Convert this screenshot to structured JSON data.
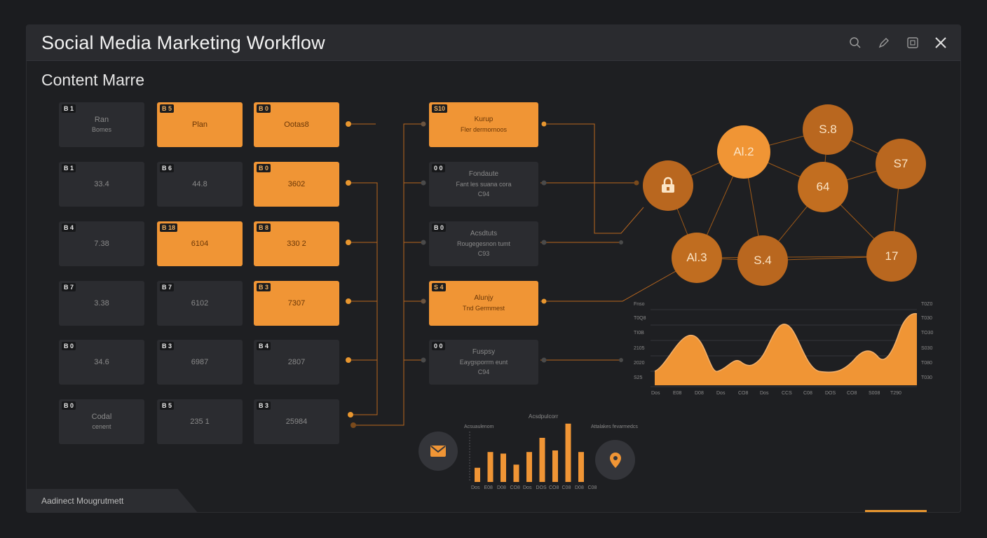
{
  "window": {
    "title": "Social Media Marketing Workflow",
    "icons": [
      "search-icon",
      "edit-icon",
      "crop-icon",
      "close-icon"
    ]
  },
  "section_title": "Content Marre",
  "grid": {
    "rows": [
      [
        {
          "tag": "B 1",
          "value": "Ran",
          "value2": "Bomes",
          "orange": false
        },
        {
          "tag": "B 5",
          "value": "Plan",
          "orange": true
        },
        {
          "tag": "B 0",
          "value": "Ootas8",
          "orange": true
        }
      ],
      [
        {
          "tag": "B 1",
          "value": "33.4",
          "orange": false
        },
        {
          "tag": "B 6",
          "value": "44.8",
          "orange": false
        },
        {
          "tag": "B 0",
          "value": "3602",
          "orange": true
        }
      ],
      [
        {
          "tag": "B 4",
          "value": "7.38",
          "orange": false
        },
        {
          "tag": "B 18",
          "value": "6104",
          "orange": true
        },
        {
          "tag": "B 8",
          "value": "330 2",
          "orange": true
        }
      ],
      [
        {
          "tag": "B 7",
          "value": "3.38",
          "orange": false
        },
        {
          "tag": "B 7",
          "value": "6102",
          "orange": false
        },
        {
          "tag": "B 3",
          "value": "7307",
          "orange": true
        }
      ],
      [
        {
          "tag": "B 0",
          "value": "34.6",
          "orange": false
        },
        {
          "tag": "B 3",
          "value": "6987",
          "orange": false
        },
        {
          "tag": "B 4",
          "value": "2807",
          "orange": false
        }
      ],
      [
        {
          "tag": "B 0",
          "value": "Codal",
          "value2": "cenent",
          "orange": false
        },
        {
          "tag": "B 5",
          "value": "235 1",
          "orange": false
        },
        {
          "tag": "B 3",
          "value": "25984",
          "orange": false
        }
      ]
    ]
  },
  "middle_cards": [
    {
      "tag": "S10",
      "value": "Kurup",
      "value2": "Fler dermornoos",
      "orange": true
    },
    {
      "tag": "0 0",
      "value": "Fondaute",
      "value2": "Fant les suana cora",
      "value3": "C94",
      "orange": false
    },
    {
      "tag": "B 0",
      "value": "Acsdtuts",
      "value2": "Rougegesnon tumt",
      "value3": "C93",
      "orange": false
    },
    {
      "tag": "S 4",
      "value": "Alunjy",
      "value2": "Tnd Germmest",
      "orange": true
    },
    {
      "tag": "0 0",
      "value": "Fuspsy",
      "value2": "Eaygsporrm eunt",
      "value3": "C94",
      "orange": false
    }
  ],
  "network": {
    "nodes": [
      {
        "id": "lock",
        "label": "",
        "icon": "hand-lock-icon",
        "shade": "#b9671f"
      },
      {
        "id": "a12",
        "label": "Al.2",
        "shade": "#f09535"
      },
      {
        "id": "s88",
        "label": "S.8",
        "shade": "#b9671f"
      },
      {
        "id": "s87",
        "label": "S7",
        "shade": "#b9671f"
      },
      {
        "id": "n64",
        "label": "64",
        "shade": "#c26e20"
      },
      {
        "id": "a13",
        "label": "Al.3",
        "shade": "#c06d20"
      },
      {
        "id": "s54",
        "label": "S.4",
        "shade": "#b9671f"
      },
      {
        "id": "n17",
        "label": "17",
        "shade": "#b9671f"
      }
    ],
    "edges": [
      [
        "lock",
        "a12"
      ],
      [
        "lock",
        "a13"
      ],
      [
        "a12",
        "s88"
      ],
      [
        "a12",
        "n64"
      ],
      [
        "a12",
        "a13"
      ],
      [
        "a12",
        "s54"
      ],
      [
        "s88",
        "s87"
      ],
      [
        "s88",
        "n64"
      ],
      [
        "n64",
        "s87"
      ],
      [
        "n64",
        "s54"
      ],
      [
        "n64",
        "n17"
      ],
      [
        "s87",
        "n17"
      ],
      [
        "a13",
        "s54"
      ],
      [
        "s54",
        "n17"
      ],
      [
        "a13",
        "n17"
      ]
    ]
  },
  "area_chart": {
    "y_left": [
      "Fnso",
      "T0Q8",
      "TI0B",
      "2105",
      "2020",
      "S25"
    ],
    "y_right": [
      "T0Z0",
      "T030",
      "TO30",
      "S030",
      "T080",
      "T030"
    ],
    "x": [
      "Dos",
      "E08",
      "D08",
      "Dos",
      "CO8",
      "Dos",
      "CCS",
      "C08",
      "DOS",
      "CO8",
      "S008",
      "T290"
    ]
  },
  "bar_chart": {
    "chart_data": {
      "type": "bar",
      "title": "Acsdpulcorr",
      "left_label": "Acsuaulenom",
      "right_label": "Attalakes fevarmedcs",
      "categories": [
        "Dos",
        "E08",
        "D08",
        "CO8",
        "Dos",
        "DOS",
        "CO8",
        "C08",
        "D08",
        "C08"
      ],
      "values": [
        18,
        38,
        36,
        22,
        38,
        56,
        40,
        74,
        38,
        0
      ],
      "ylim": [
        0,
        80
      ]
    },
    "left_icon": "mail-icon",
    "right_icon": "location-pin-icon"
  },
  "bottom_tab": "Aadinect Mougrutmett",
  "colors": {
    "accent": "#f09535",
    "accent_dark": "#b9671f",
    "card": "#2b2c30",
    "background": "#1e1f22"
  }
}
